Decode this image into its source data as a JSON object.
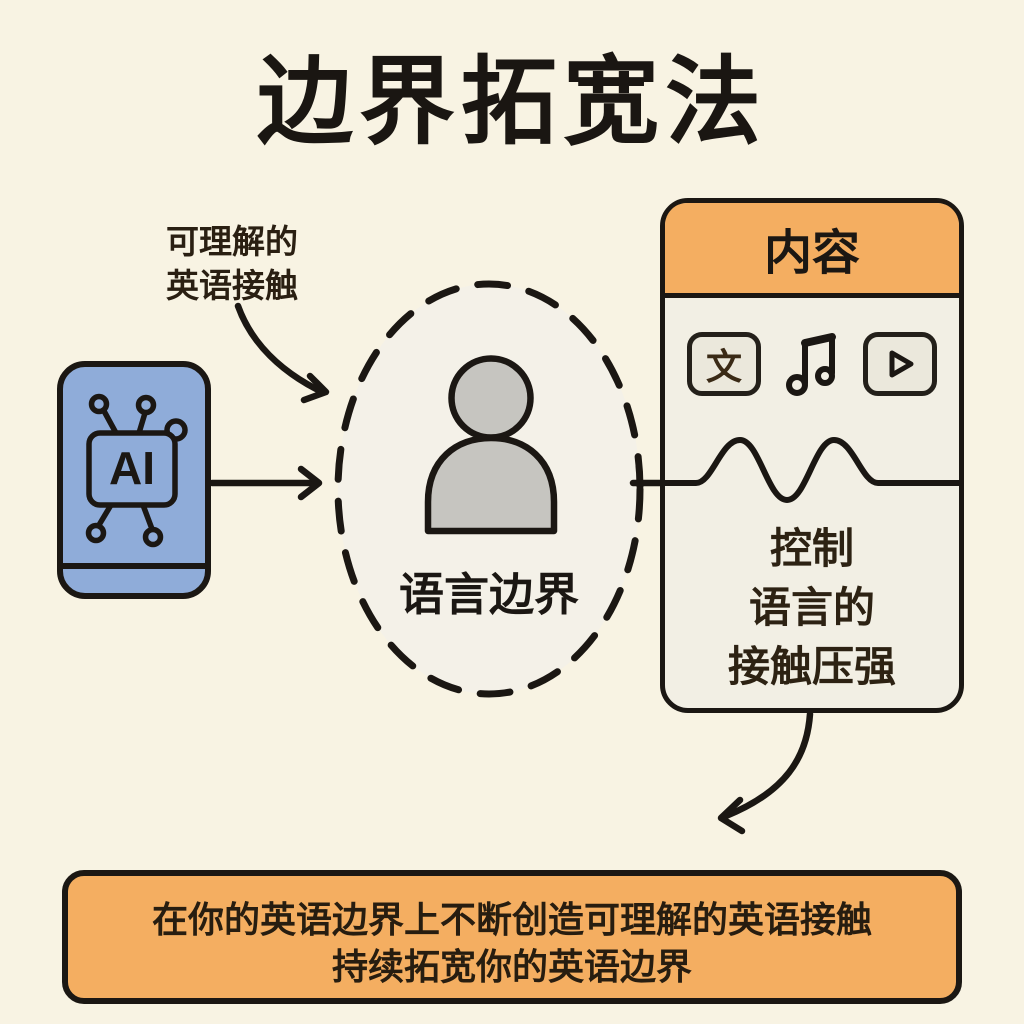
{
  "title": "边界拓宽法",
  "phone": {
    "chip_label": "AI"
  },
  "input_label": {
    "line1": "可理解的",
    "line2": "英语接触"
  },
  "boundary": {
    "label": "语言边界"
  },
  "content_card": {
    "header": "内容",
    "icons": [
      {
        "name": "text-icon",
        "glyph": "文"
      },
      {
        "name": "music-note-icon"
      },
      {
        "name": "play-icon"
      }
    ],
    "caption_lines": [
      "控制",
      "语言的",
      "接触压强"
    ]
  },
  "banner": {
    "line1": "在你的英语边界上不断创造可理解的英语接触",
    "line2": "持续拓宽你的英语边界"
  },
  "colors": {
    "background": "#F8F3E3",
    "outline": "#1B1713",
    "orange": "#F4AE61",
    "phone_blue": "#8FACD9",
    "card_body": "#F2EFE4",
    "ellipse_fill": "#F4F1E8",
    "person_gray": "#C6C5C0",
    "dark_text": "#2A1F12"
  }
}
